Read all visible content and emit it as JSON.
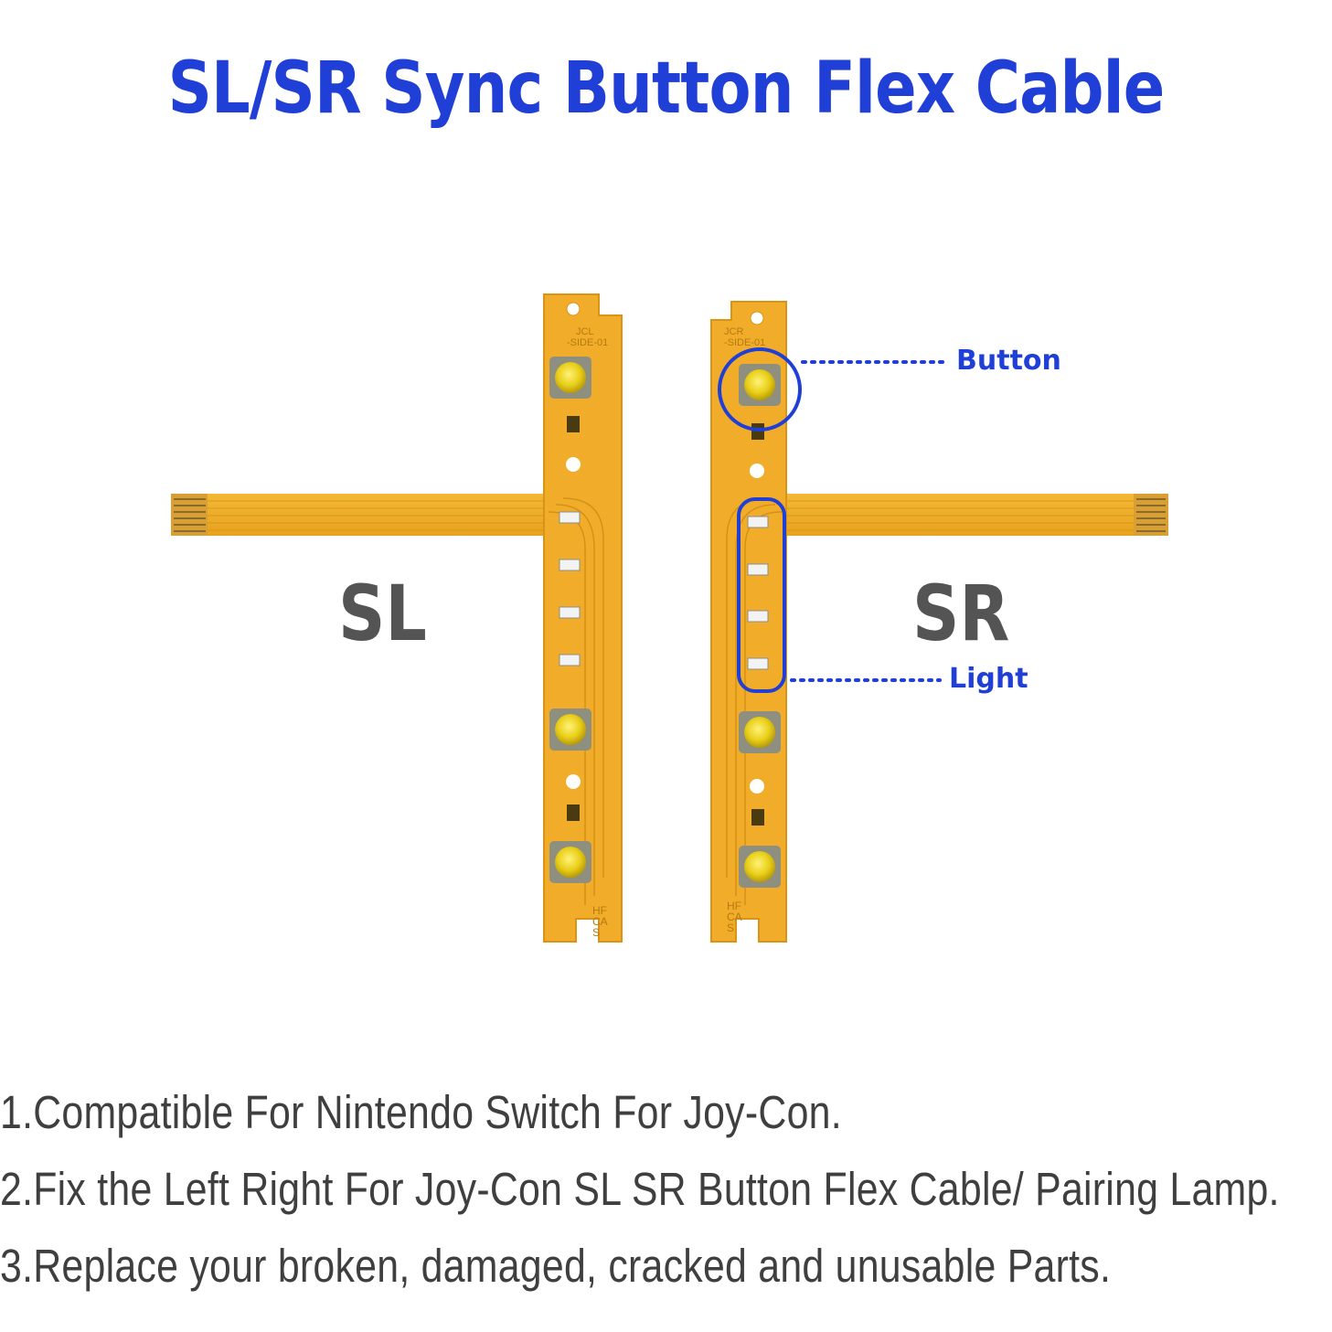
{
  "title": "SL/SR Sync Button Flex Cable",
  "colors": {
    "accent": "#1f3fd6",
    "cable": "#f0b02e",
    "label_gray": "#545454",
    "text_gray": "#3f3f3f",
    "button_yellow": "#e8d21c"
  },
  "figure": {
    "left_label": "SL",
    "right_label": "SR",
    "callout_button": "Button",
    "callout_light": "Light",
    "left_pcb_print": [
      "JCL",
      "-SIDE-01"
    ],
    "right_pcb_print": [
      "JCR",
      "-SIDE-01"
    ],
    "pcb_mark": [
      "HF",
      "CA",
      "S"
    ]
  },
  "features": [
    "1.Compatible For Nintendo Switch For Joy-Con.",
    "2.Fix the Left Right For Joy-Con SL SR Button Flex Cable/ Pairing Lamp.",
    "3.Replace your broken, damaged, cracked and unusable Parts."
  ]
}
